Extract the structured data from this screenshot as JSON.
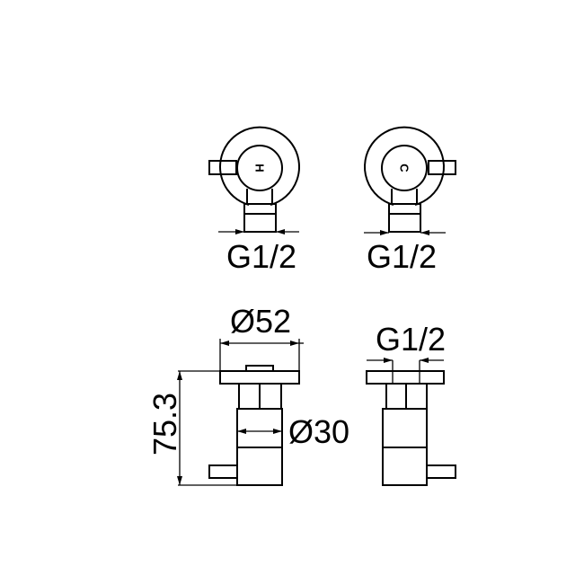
{
  "top_views": {
    "hot": {
      "mark": "H",
      "thread_label": "G1/2"
    },
    "cold": {
      "mark": "C",
      "thread_label": "G1/2"
    }
  },
  "front_view": {
    "plate_diameter": "Ø52",
    "body_diameter": "Ø30",
    "height": "75.3"
  },
  "side_view": {
    "thread_label": "G1/2"
  }
}
